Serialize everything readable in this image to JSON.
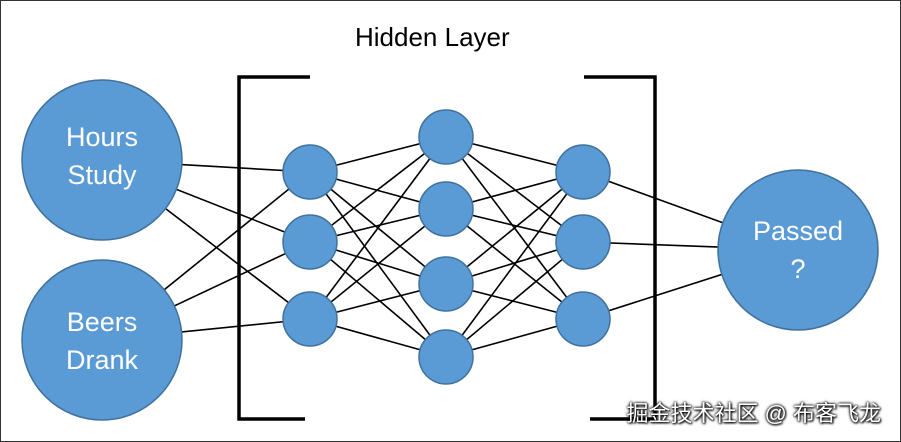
{
  "title": "Hidden Layer",
  "inputs": [
    {
      "id": "in1",
      "lines": [
        "Hours",
        "Study"
      ]
    },
    {
      "id": "in2",
      "lines": [
        "Beers",
        "Drank"
      ]
    }
  ],
  "output": {
    "id": "out",
    "lines": [
      "Passed",
      "?"
    ]
  },
  "hidden_layers": [
    3,
    4,
    3
  ],
  "watermark": "掘金技术社区 @ 布客飞龙",
  "colors": {
    "node_fill": "#5b9bd5",
    "node_stroke": "#41719c",
    "edge": "#000000",
    "bracket": "#000000"
  }
}
